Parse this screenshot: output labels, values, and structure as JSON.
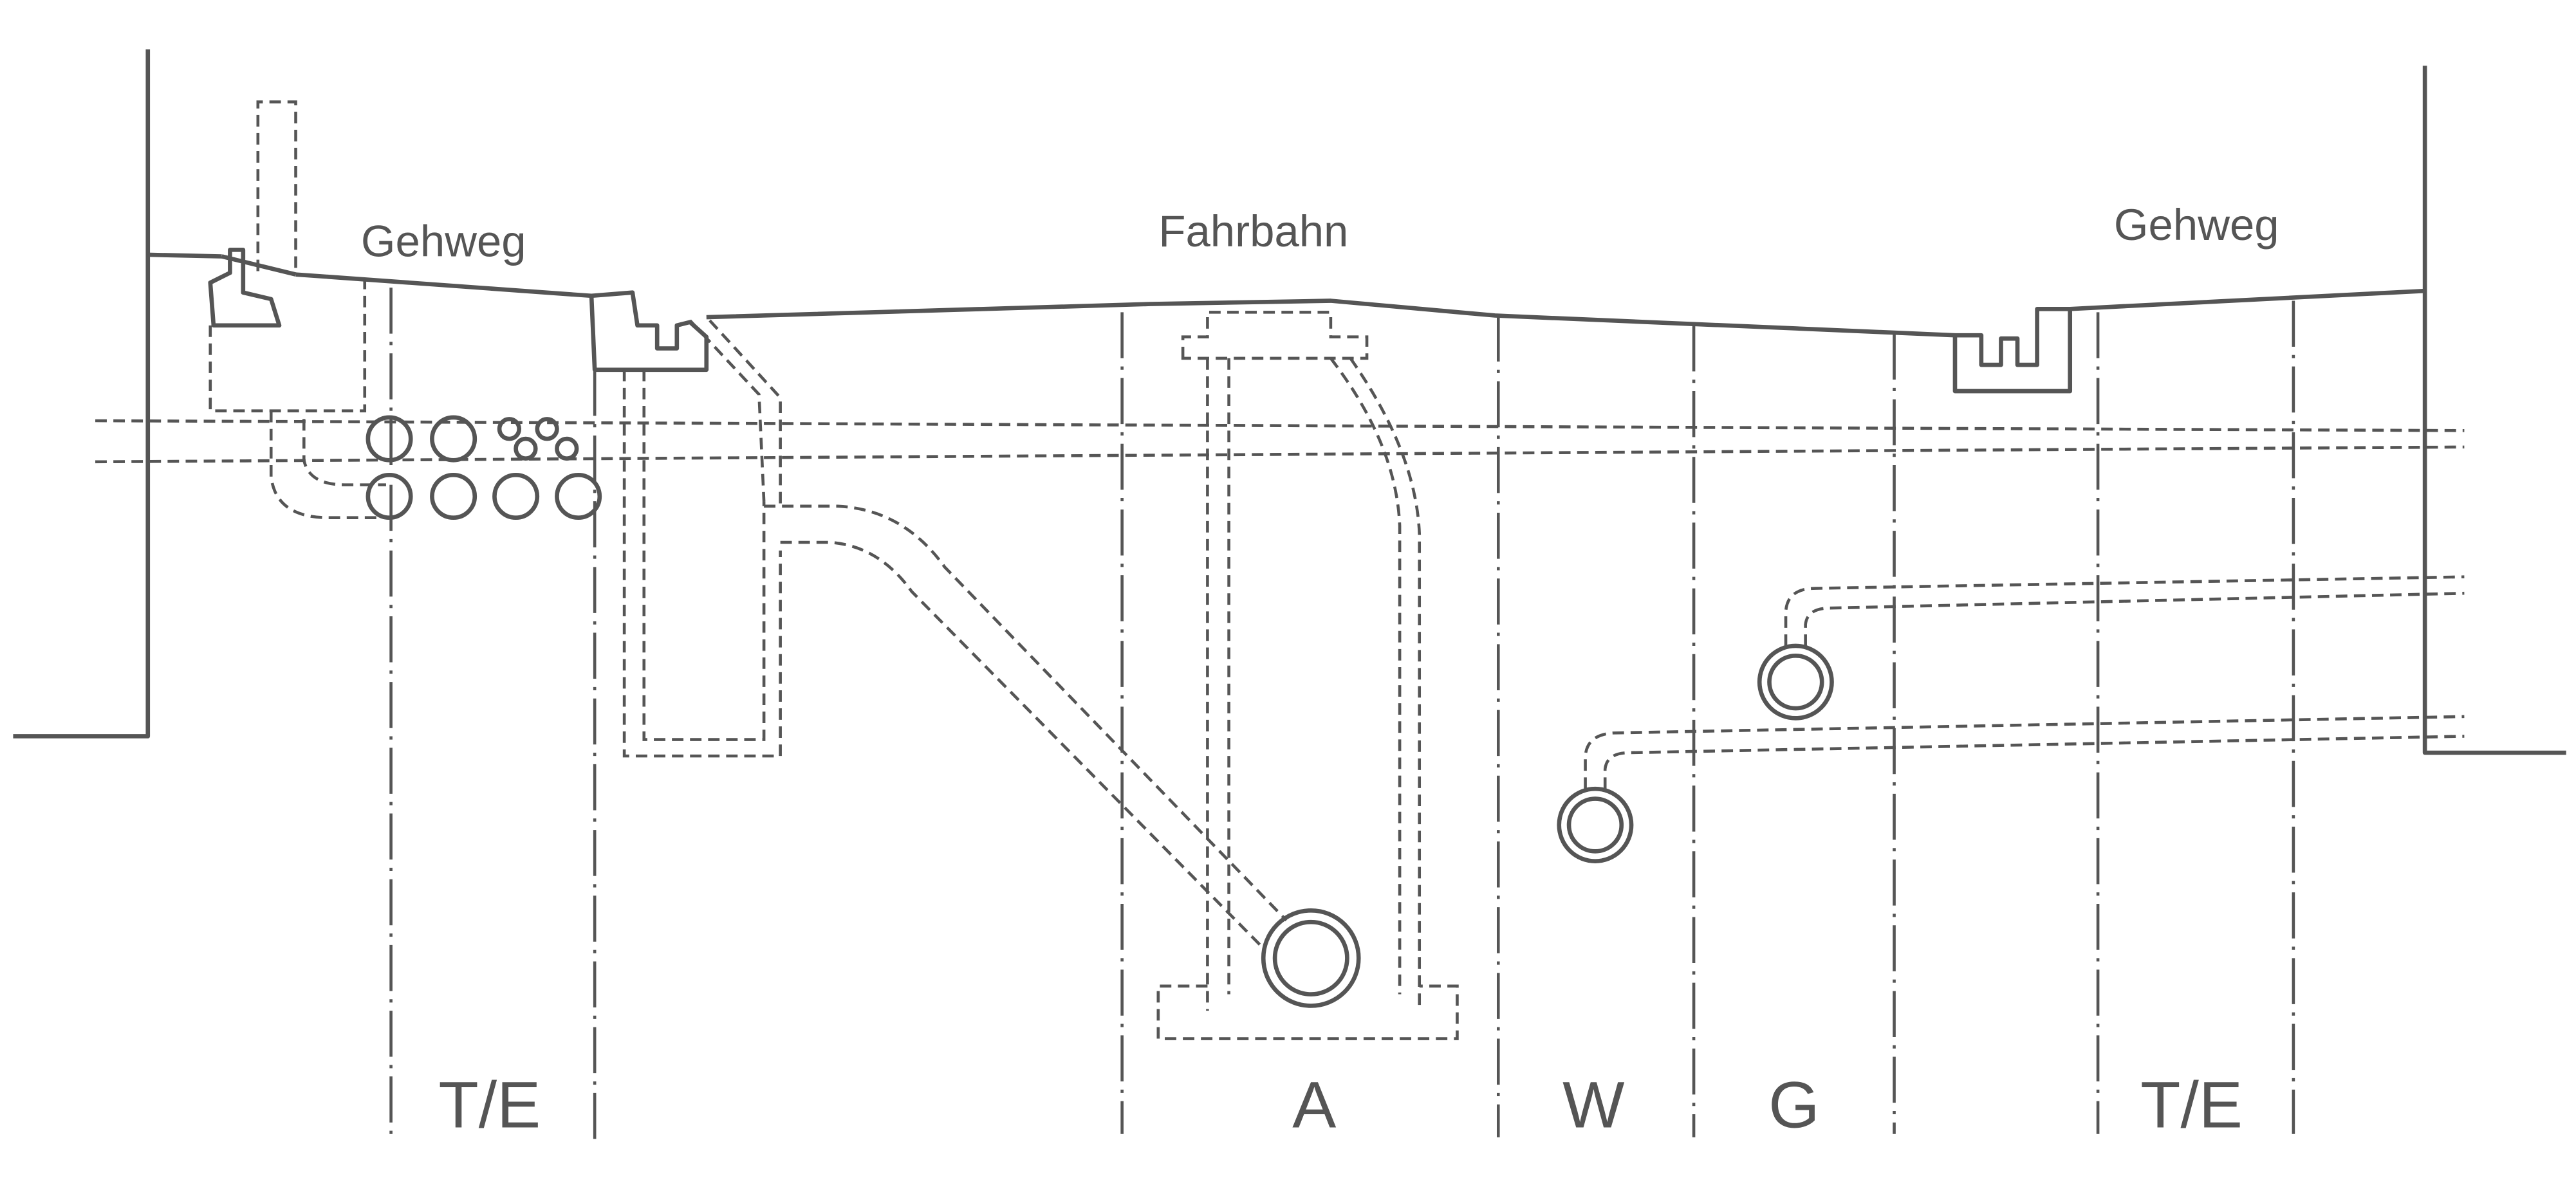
{
  "labels": {
    "sidewalk_left": "Gehweg",
    "roadway": "Fahrbahn",
    "sidewalk_right": "Gehweg"
  },
  "zones": {
    "te_left": "T/E",
    "a": "A",
    "w": "W",
    "g": "G",
    "te_right": "T/E"
  },
  "colors": {
    "line": "#555555",
    "background": "#ffffff"
  }
}
